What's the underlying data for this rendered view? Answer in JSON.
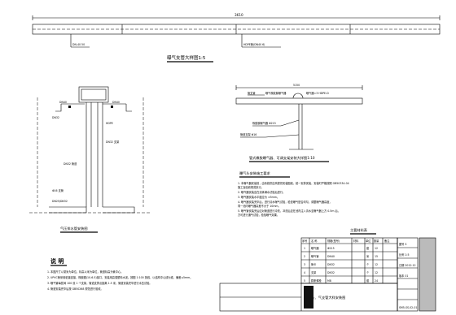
{
  "drawing": {
    "top_dimension": "3610",
    "top_label_left": "DN-40 50",
    "top_label_right": "HDPE管(DN40 6)",
    "top_title": "曝气支管大样图1:5",
    "right_dimension": "5150",
    "right_label_1": "管支管",
    "right_label_2": "曝气橡胶膜曝气器",
    "right_label_3": "曝气器=3 HDPE-D",
    "right_label_4": "橡胶膜曝气器 Φ215",
    "right_label_5": "管道支架 Φ16",
    "right_title": "管式橡胶曝气器、可调支架安装大样图1:10",
    "left_labels": [
      "DN40",
      "DN40",
      "DN32",
      "HDPE",
      "DN32 支架",
      "DN32 管道",
      "Φ16 支管",
      "DN25/DN32"
    ],
    "left_title": "气压排水管安装图",
    "notes_heading": "说  明",
    "notes": [
      "1. 本图尺寸以毫米为单位，标高以米为单位，管道标高为管中心。",
      "2. UPVC管采用粘接连接，橡胶圈(10-6-5)接口，安装用高强塑料水泥。按图 1:100 放线，以结构中心线为准，偏差≤5mm。",
      "3. 曝气管每层间 100 设 1 个支架，管道支撑点距离 1.5 米，管道安装完毕进行水压试验。",
      "4. 管道安装完毕后按 GB50268 规范进行验收。"
    ],
    "install_heading": "曝气头安装施工要求",
    "install_notes": [
      "1. 本曝气器安装前，由系统供应商提供安装图纸，统一安排安装，安装时严格按照 GB50334-04",
      "   施工及验收规范执行。",
      "2. 曝气器安装应在池体满水试验后进行。",
      "3. 曝气器安装水平度应为 ±5mm。",
      "4. 曝气器安装完毕后，进行清水曝气试验，检查曝气是否均匀，调整曝气器高度，",
      "   同一池内曝气器高差不大于 10mm。",
      "5. 曝气管安装完后应对管道进行冲洗，冲洗后应在池内注入清水至曝气器上方 0.5m 后，",
      "   方可进行通气试验，检验曝气效果。"
    ],
    "table_title": "主要材料表",
    "table_headers": [
      "序号",
      "名  称",
      "规格(型号)",
      "材料",
      "单位",
      "数量",
      "备注"
    ],
    "table_rows": [
      [
        "1",
        "曝气器",
        "Φ215",
        "",
        "套",
        "12",
        ""
      ],
      [
        "2",
        "曝气管",
        "DN40",
        "",
        "米",
        "15",
        ""
      ],
      [
        "3",
        "管卡",
        "DN32",
        "",
        "个",
        "12",
        ""
      ],
      [
        "4",
        "支架",
        "DN32",
        "",
        "个",
        "12",
        ""
      ],
      [
        "5",
        "膨胀螺栓",
        "M8",
        "",
        "套",
        "24",
        ""
      ]
    ],
    "title_block": {
      "project": "曝气头、气支管大样安装图",
      "fields": [
        "图号 S",
        "比例 1:5",
        "日期 2012.12",
        "版本 01"
      ],
      "code": "SM5-SS-02-01"
    }
  }
}
